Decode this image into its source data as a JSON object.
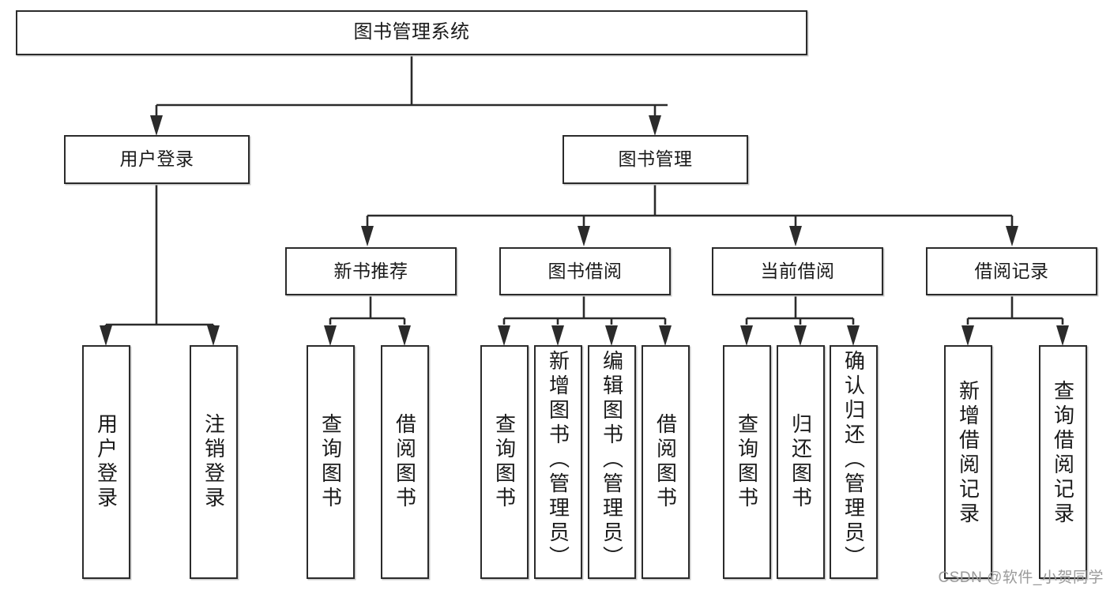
{
  "diagram": {
    "title": "图书管理系统",
    "type": "tree-hierarchy",
    "watermark": "CSDN @软件_小贺同学",
    "colors": {
      "box_border": "#2b2b2b",
      "box_fill": "#ffffff",
      "edge": "#2b2b2b",
      "shadow": "#c9c9c9",
      "watermark": "#9a9a9a",
      "page_background": "#ffffff"
    },
    "levels": {
      "root": {
        "label": "图书管理系统"
      },
      "level2": [
        {
          "label": "用户登录"
        },
        {
          "label": "图书管理"
        }
      ],
      "level3": [
        {
          "label": "新书推荐"
        },
        {
          "label": "图书借阅"
        },
        {
          "label": "当前借阅"
        },
        {
          "label": "借阅记录"
        }
      ],
      "leaves": [
        {
          "label": "用户登录",
          "parent": "用户登录"
        },
        {
          "label": "注销登录",
          "parent": "用户登录"
        },
        {
          "label": "查询图书",
          "parent": "新书推荐"
        },
        {
          "label": "借阅图书",
          "parent": "新书推荐"
        },
        {
          "label": "查询图书",
          "parent": "图书借阅"
        },
        {
          "label": "新增图书（管理员）",
          "parent": "图书借阅"
        },
        {
          "label": "编辑图书（管理员）",
          "parent": "图书借阅"
        },
        {
          "label": "借阅图书",
          "parent": "图书借阅"
        },
        {
          "label": "查询图书",
          "parent": "当前借阅"
        },
        {
          "label": "归还图书",
          "parent": "当前借阅"
        },
        {
          "label": "确认归还（管理员）",
          "parent": "当前借阅"
        },
        {
          "label": "新增借阅记录",
          "parent": "借阅记录"
        },
        {
          "label": "查询借阅记录",
          "parent": "借阅记录"
        }
      ]
    }
  }
}
